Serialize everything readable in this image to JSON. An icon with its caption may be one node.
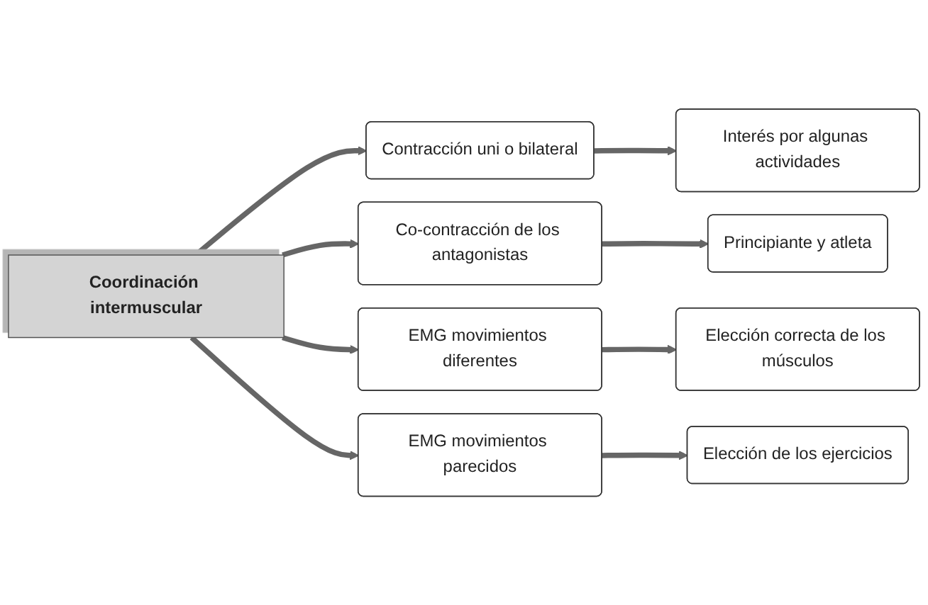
{
  "diagram": {
    "nodes": [
      {
        "text": [
          "Coordinación intermuscular"
        ]
      },
      {
        "text": [
          "Contracción uni o bilateral"
        ]
      },
      {
        "text": [
          "Interés por algunas actividades"
        ]
      },
      {
        "text": [
          "Co-contracción de los antagonistas"
        ]
      },
      {
        "text": [
          "Principiante y atleta"
        ]
      },
      {
        "text": [
          "EMG movimientos diferentes"
        ]
      },
      {
        "text": [
          "Elección correcta de los músculos"
        ]
      },
      {
        "text": [
          "EMG movimientos parecidos"
        ]
      },
      {
        "text": [
          "Elección de los ejercicios"
        ]
      }
    ],
    "edges": [
      {
        "from": 0,
        "to": 1,
        "arrow": "to"
      },
      {
        "from": 0,
        "to": 3,
        "arrow": "to"
      },
      {
        "from": 0,
        "to": 5,
        "arrow": "to"
      },
      {
        "from": 0,
        "to": 7,
        "arrow": "to"
      },
      {
        "from": 1,
        "to": 2,
        "arrow": "to"
      },
      {
        "from": 3,
        "to": 4,
        "arrow": "to"
      },
      {
        "from": 5,
        "to": 6,
        "arrow": "to"
      },
      {
        "from": 7,
        "to": 8,
        "arrow": "to"
      }
    ]
  }
}
